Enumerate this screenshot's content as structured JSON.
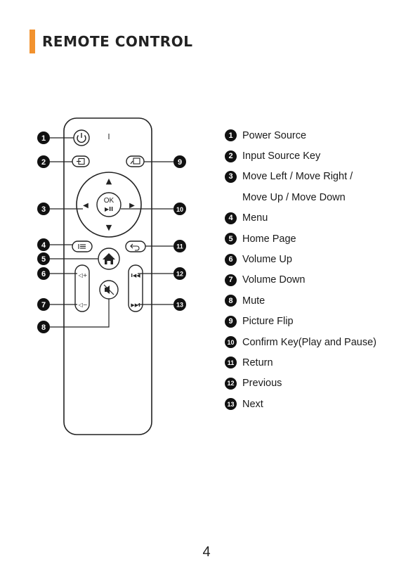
{
  "heading": {
    "title": "REMOTE CONTROL",
    "accent_color": "#f2922e"
  },
  "remote": {
    "ok_label": "OK",
    "play_pause_symbol": "▶II",
    "volume_up_symbol": "◁+",
    "volume_down_symbol": "◁−",
    "previous_symbol": "I◀◀",
    "next_symbol": "▶▶I",
    "arrow_up": "▲",
    "arrow_down": "▼",
    "arrow_left": "◀",
    "arrow_right": "▶",
    "callouts": [
      "1",
      "2",
      "3",
      "4",
      "5",
      "6",
      "7",
      "8",
      "9",
      "10",
      "11",
      "12",
      "13"
    ]
  },
  "legend": [
    {
      "num": "1",
      "label": "Power Source"
    },
    {
      "num": "2",
      "label": "Input Source Key"
    },
    {
      "num": "3",
      "label": "Move Left / Move Right /"
    },
    {
      "num": "",
      "label": "Move Up / Move Down"
    },
    {
      "num": "4",
      "label": "Menu"
    },
    {
      "num": "5",
      "label": "Home Page"
    },
    {
      "num": "6",
      "label": "Volume Up"
    },
    {
      "num": "7",
      "label": "Volume Down"
    },
    {
      "num": "8",
      "label": "Mute"
    },
    {
      "num": "9",
      "label": "Picture Flip"
    },
    {
      "num": "10",
      "label": "Confirm Key(Play and Pause)"
    },
    {
      "num": "11",
      "label": "Return"
    },
    {
      "num": "12",
      "label": "Previous"
    },
    {
      "num": "13",
      "label": "Next"
    }
  ],
  "page_number": "4"
}
